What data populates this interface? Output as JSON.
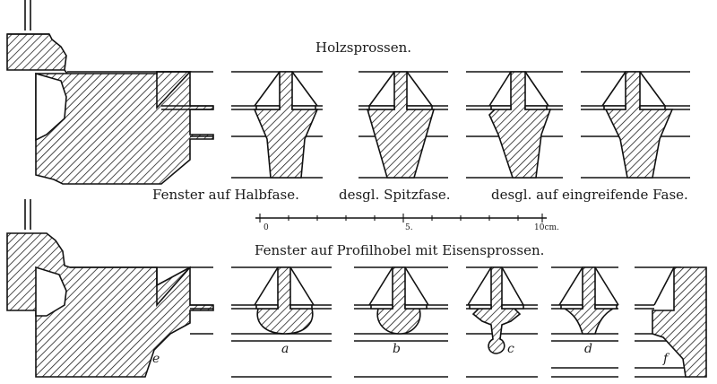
{
  "title_top": "Holzsprossen.",
  "captions_top": [
    "Fenster auf Halbfase.",
    "desgl. Spitzfase.",
    "desgl. auf eingreifende Fase."
  ],
  "scale": {
    "ticks": [
      "0",
      "5.",
      "10cm."
    ]
  },
  "title_bottom": "Fenster auf Profilhobel mit Eisensprossen.",
  "figure_labels": [
    "e",
    "a",
    "b",
    "c",
    "d",
    "f"
  ]
}
